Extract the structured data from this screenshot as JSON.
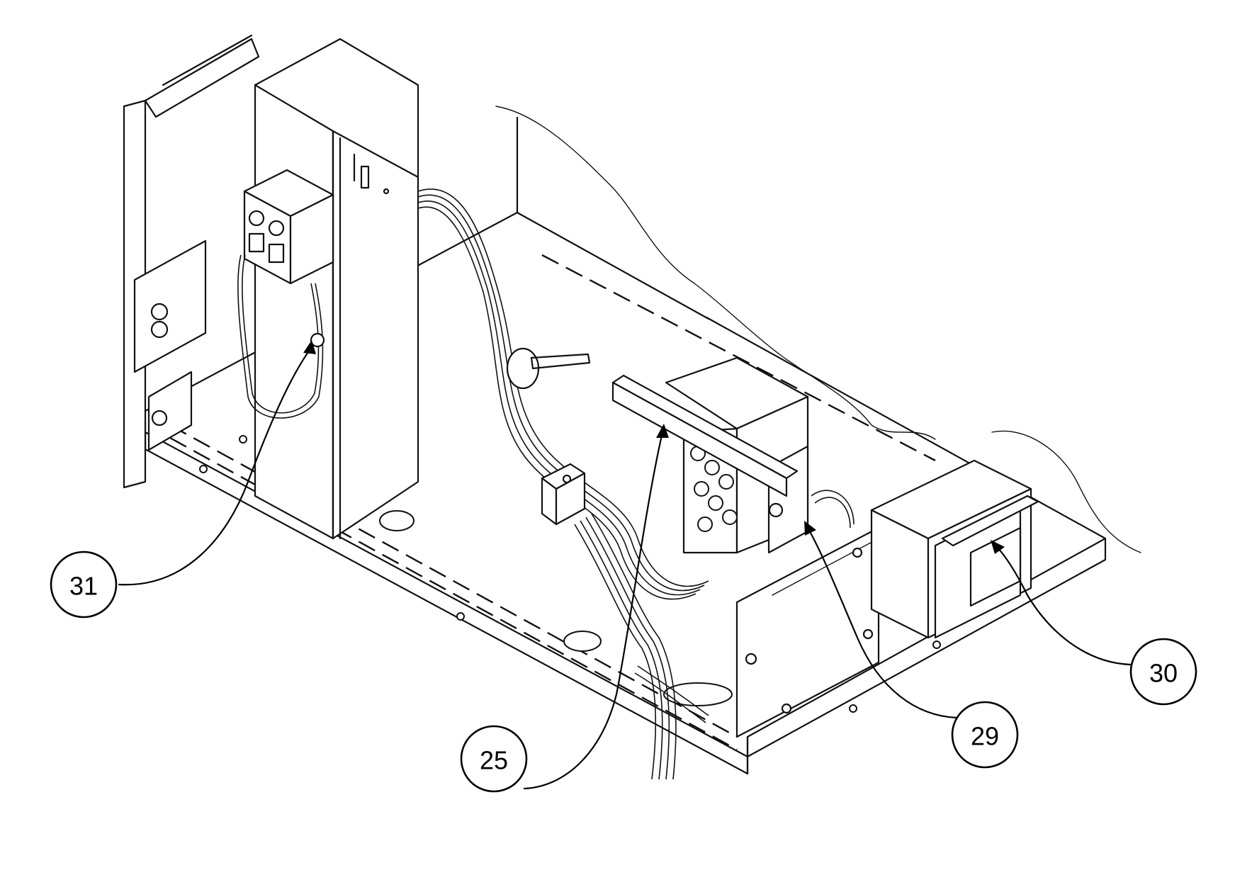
{
  "callouts": [
    {
      "id": "31",
      "label": "31"
    },
    {
      "id": "25",
      "label": "25"
    },
    {
      "id": "29",
      "label": "29"
    },
    {
      "id": "30",
      "label": "30"
    }
  ],
  "colors": {
    "ink": "#111111",
    "paper": "#ffffff"
  },
  "icons": [
    "terminal-block-icon",
    "cable-tie-icon",
    "transformer-icon",
    "relay-icon",
    "bracket-icon"
  ]
}
